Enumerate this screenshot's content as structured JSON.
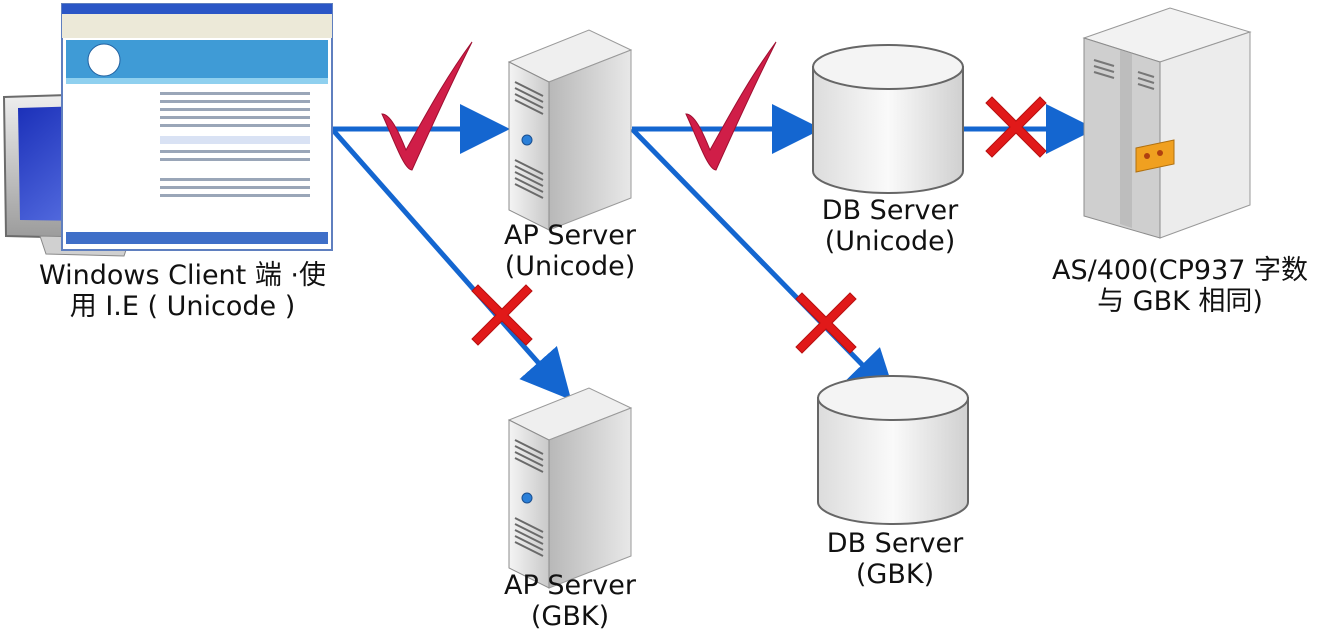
{
  "nodes": {
    "client": {
      "line1": "Windows Client 端 ·使",
      "line2": "用 I.E ( Unicode )"
    },
    "ap_unicode": {
      "line1": "AP Server",
      "line2": "(Unicode)"
    },
    "db_unicode": {
      "line1": "DB Server",
      "line2": "(Unicode)"
    },
    "as400": {
      "line1": "AS/400(CP937 字数",
      "line2": "与 GBK 相同)"
    },
    "ap_gbk": {
      "line1": "AP Server",
      "line2": "(GBK)"
    },
    "db_gbk": {
      "line1": "DB Server",
      "line2": "(GBK)"
    }
  },
  "connections": [
    {
      "from": "client",
      "to": "ap_unicode",
      "status": "ok"
    },
    {
      "from": "client",
      "to": "ap_gbk",
      "status": "fail"
    },
    {
      "from": "ap_unicode",
      "to": "db_unicode",
      "status": "ok"
    },
    {
      "from": "ap_unicode",
      "to": "db_gbk",
      "status": "fail"
    },
    {
      "from": "db_unicode",
      "to": "as400",
      "status": "fail"
    }
  ],
  "colors": {
    "arrow": "#1466d0",
    "check": "#d01e48",
    "cross": "#e11919"
  },
  "icons": [
    "monitor-icon",
    "browser-screenshot-icon",
    "server-tower-icon",
    "database-cylinder-icon",
    "mainframe-icon",
    "checkmark-icon",
    "cross-icon"
  ]
}
